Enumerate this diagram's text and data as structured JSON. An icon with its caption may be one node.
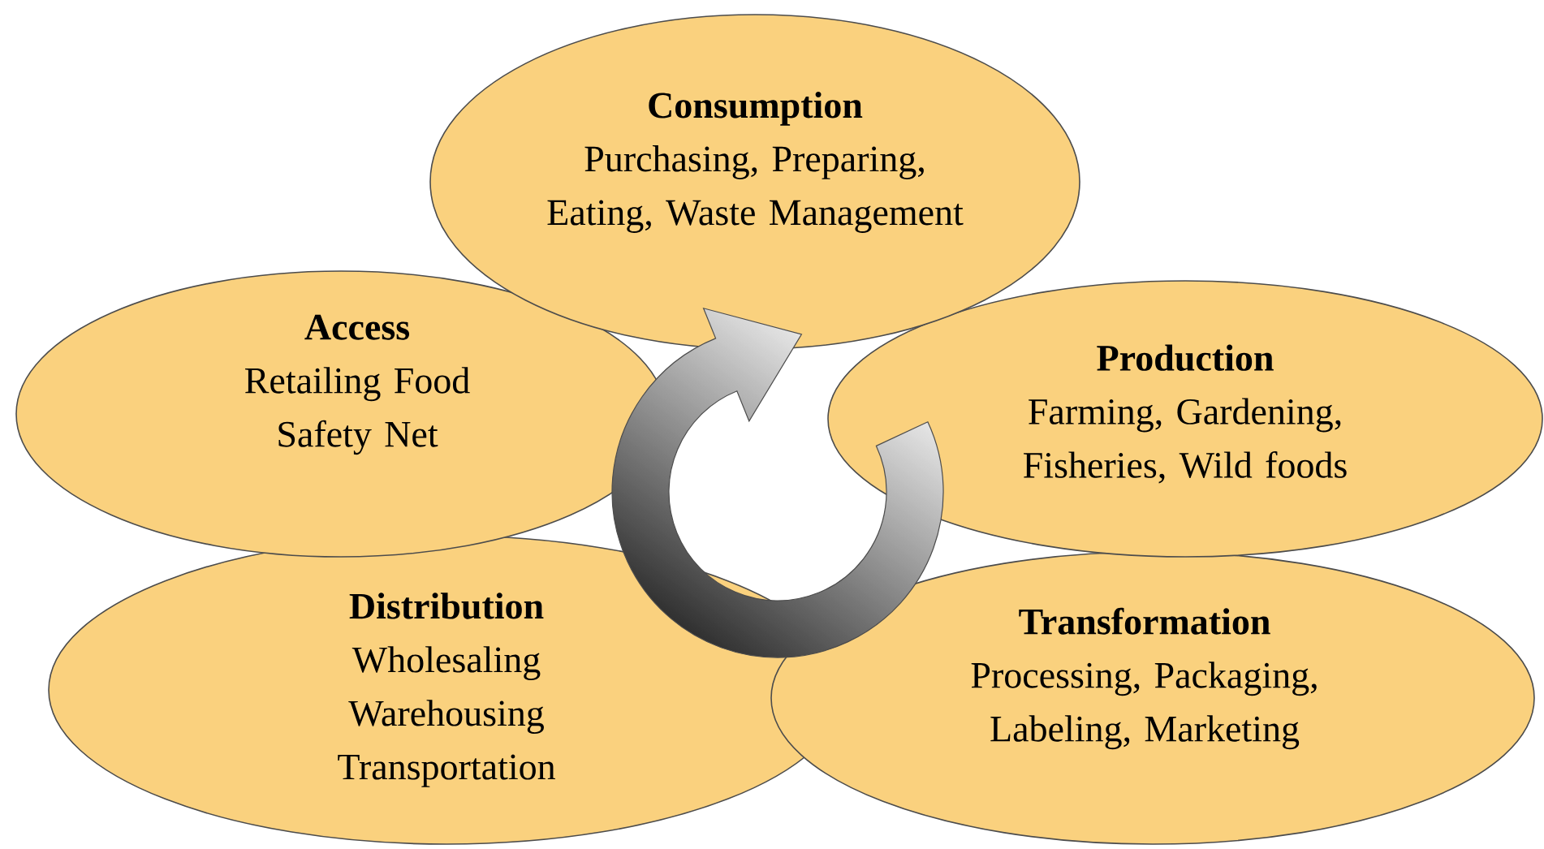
{
  "diagram": {
    "nodes": [
      {
        "text": [
          "Distribution",
          "Wholesaling Warehousing Transportation"
        ]
      },
      {
        "text": [
          "Transformation",
          "Processing, Packaging, Labeling, Marketing"
        ]
      },
      {
        "text": [
          "Access",
          "Retailing Food Safety Net"
        ]
      },
      {
        "text": [
          "Production",
          "Farming, Gardening, Fisheries, Wild foods"
        ]
      },
      {
        "text": [
          "Consumption",
          "Purchasing, Preparing, Eating, Waste Management"
        ]
      }
    ]
  }
}
